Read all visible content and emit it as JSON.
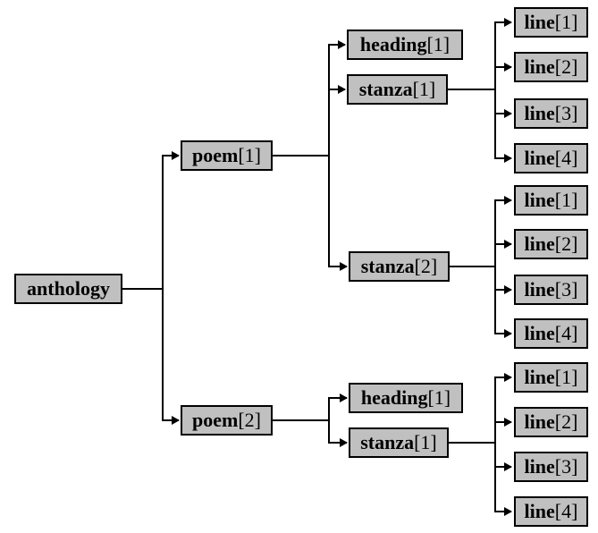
{
  "diagram": {
    "kind": "document-tree",
    "colors": {
      "background": "#ffffff",
      "node_fill": "#c0c0c0",
      "node_border": "#000000",
      "connector": "#000000",
      "text": "#000000"
    },
    "root": {
      "name": "anthology",
      "index": ""
    },
    "poem1": {
      "name": "poem",
      "index": "[1]",
      "children": {
        "heading1": {
          "name": "heading",
          "index": "[1]"
        },
        "stanza1": {
          "name": "stanza",
          "index": "[1]",
          "lines": [
            {
              "name": "line",
              "index": "[1]"
            },
            {
              "name": "line",
              "index": "[2]"
            },
            {
              "name": "line",
              "index": "[3]"
            },
            {
              "name": "line",
              "index": "[4]"
            }
          ]
        },
        "stanza2": {
          "name": "stanza",
          "index": "[2]",
          "lines": [
            {
              "name": "line",
              "index": "[1]"
            },
            {
              "name": "line",
              "index": "[2]"
            },
            {
              "name": "line",
              "index": "[3]"
            },
            {
              "name": "line",
              "index": "[4]"
            }
          ]
        }
      }
    },
    "poem2": {
      "name": "poem",
      "index": "[2]",
      "children": {
        "heading1": {
          "name": "heading",
          "index": "[1]"
        },
        "stanza1": {
          "name": "stanza",
          "index": "[1]",
          "lines": [
            {
              "name": "line",
              "index": "[1]"
            },
            {
              "name": "line",
              "index": "[2]"
            },
            {
              "name": "line",
              "index": "[3]"
            },
            {
              "name": "line",
              "index": "[4]"
            }
          ]
        }
      }
    }
  }
}
